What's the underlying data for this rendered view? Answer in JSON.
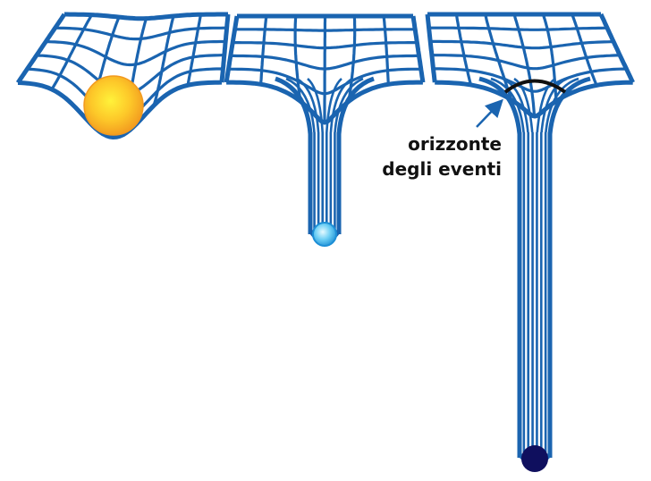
{
  "labels": {
    "event_horizon_line1": "orizzonte",
    "event_horizon_line2": "degli eventi"
  },
  "colors": {
    "grid": "#1a64b0",
    "grid_light": "#ffffff",
    "star_outer": "#f29a1f",
    "star_inner": "#fff23a",
    "neutron_outer": "#1d8fd6",
    "neutron_inner": "#c8f0ff",
    "black_hole": "#0f0f5e",
    "horizon_arc": "#111111",
    "arrow": "#1a64b0"
  },
  "panels": [
    {
      "name": "star",
      "object": "star"
    },
    {
      "name": "neutron-star",
      "object": "neutron-star"
    },
    {
      "name": "black-hole",
      "object": "black-hole"
    }
  ]
}
